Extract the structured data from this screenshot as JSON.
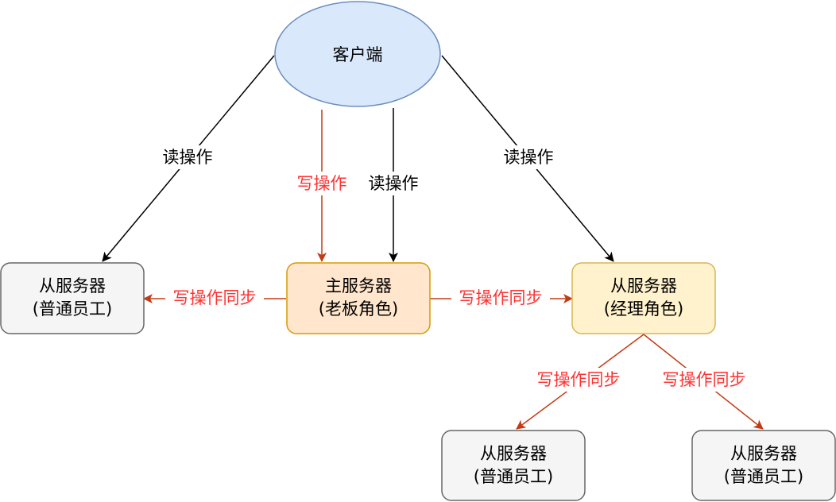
{
  "colors": {
    "read_edge": "#000000",
    "write_edge": "#c23b14",
    "write_label": "#ff3333",
    "read_label": "#000000",
    "client_fill": "#dae8fc",
    "client_stroke": "#6c8ebf",
    "master_fill": "#ffe6cc",
    "master_stroke": "#d79b00",
    "manager_fill": "#fff2cc",
    "manager_stroke": "#d6b656",
    "slave_fill": "#f5f5f5",
    "slave_stroke": "#666666"
  },
  "nodes": {
    "client": {
      "label": "客户端"
    },
    "master": {
      "line1": "主服务器",
      "line2": "(老板角色)"
    },
    "slave_left": {
      "line1": "从服务器",
      "line2": "(普通员工)"
    },
    "slave_manager": {
      "line1": "从服务器",
      "line2": "(经理角色)"
    },
    "slave_bottom_left": {
      "line1": "从服务器",
      "line2": "(普通员工)"
    },
    "slave_bottom_right": {
      "line1": "从服务器",
      "line2": "(普通员工)"
    }
  },
  "edges": {
    "client_to_left_read": {
      "label": "读操作"
    },
    "client_to_master_write": {
      "label": "写操作"
    },
    "client_to_master_read": {
      "label": "读操作"
    },
    "client_to_manager_read": {
      "label": "读操作"
    },
    "master_to_left_sync": {
      "label": "写操作同步"
    },
    "master_to_manager_sync": {
      "label": "写操作同步"
    },
    "manager_to_bottom_left_sync": {
      "label": "写操作同步"
    },
    "manager_to_bottom_right_sync": {
      "label": "写操作同步"
    }
  }
}
